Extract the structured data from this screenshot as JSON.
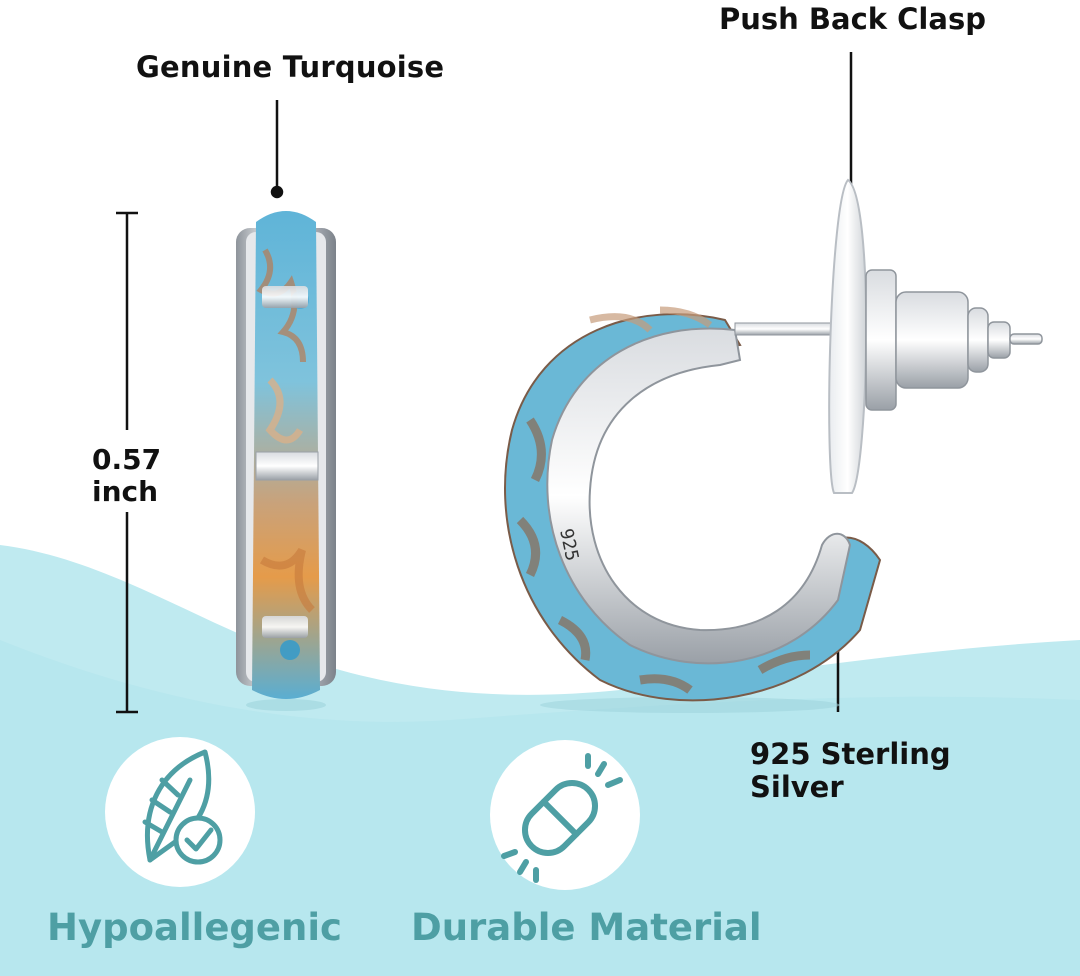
{
  "labels": {
    "stone": "Genuine Turquoise",
    "clasp": "Push Back Clasp",
    "dimension_value": "0.57",
    "dimension_unit": "inch",
    "metal_line1": "925 Sterling",
    "metal_line2": "Silver"
  },
  "features": [
    {
      "icon": "feather-check-icon",
      "label": "Hypoallegenic"
    },
    {
      "icon": "pill-capsule-icon",
      "label": "Durable Material"
    }
  ],
  "colors": {
    "accent_teal": "#4e9fa4",
    "wave": "#bfeaf0",
    "turquoise": "#6ab8d6",
    "silver": "#c9ccd1"
  }
}
